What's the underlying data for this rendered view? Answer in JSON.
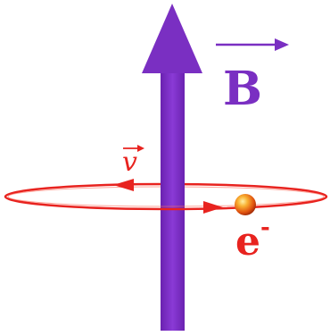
{
  "labels": {
    "field": "B",
    "velocity": "v",
    "particle": "e",
    "charge": "-"
  },
  "colors": {
    "field_arrow": "#7a2fc2",
    "orbit": "#e8231f",
    "particle": "#f07a18"
  }
}
